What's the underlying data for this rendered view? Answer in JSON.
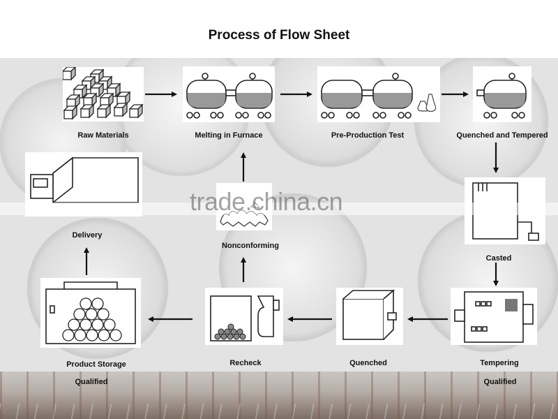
{
  "title": "Process of Flow Sheet",
  "steps": {
    "raw_materials": "Raw Materials",
    "melting": "Melting in Furnace",
    "pre_production": "Pre-Production Test",
    "quenched_tempered": "Quenched and Tempered",
    "casted": "Casted",
    "tempering": "Tempering",
    "quenched": "Quenched",
    "recheck": "Recheck",
    "product_storage": "Product Storage",
    "nonconforming": "Nonconforming",
    "delivery": "Delivery"
  },
  "qualified": "Qualified",
  "watermark": "trade.china.cn"
}
